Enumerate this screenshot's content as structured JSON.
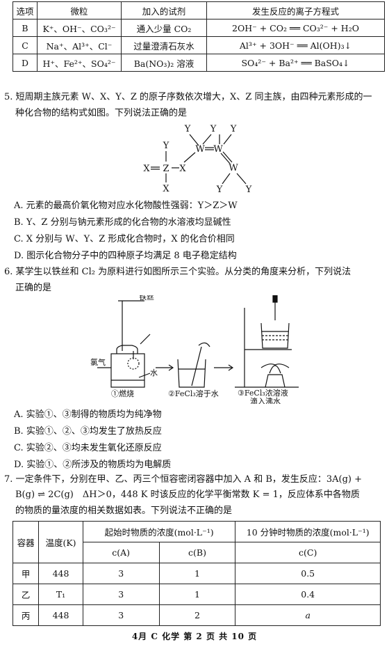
{
  "table1": {
    "headers": [
      "选项",
      "微粒",
      "加入的试剂",
      "发生反应的离子方程式"
    ],
    "rows": [
      [
        "B",
        "K⁺、OH⁻、CO₃²⁻",
        "通入少量 CO₂",
        "2OH⁻ + CO₂ ══ CO₃²⁻ + H₂O"
      ],
      [
        "C",
        "Na⁺、Al³⁺、Cl⁻",
        "过量澄清石灰水",
        "Al³⁺ + 3OH⁻ ══ Al(OH)₃↓"
      ],
      [
        "D",
        "H⁺、Fe²⁺、SO₄²⁻",
        "Ba(NO₃)₂ 溶液",
        "SO₄²⁻ + Ba²⁺ ══ BaSO₄↓"
      ]
    ]
  },
  "q5": {
    "line1": "5. 短周期主族元素 W、X、Y、Z 的原子序数依次增大，X、Z 同主族，由四种元素形成的一",
    "line2": "种化合物的结构式如图。下列说法正确的是",
    "atoms": {
      "y": "Y",
      "w": "W",
      "x": "X",
      "z": "Z"
    },
    "options": [
      "A. 元素的最高价氧化物对应水化物酸性强弱：Y＞Z＞W",
      "B. Y、Z 分别与钠元素形成的化合物的水溶液均显碱性",
      "C. X 分别与 W、Y、Z 形成化合物时，X 的化合价相同",
      "D. 图示化合物分子中的四种原子均满足 8 电子稳定结构"
    ]
  },
  "q6": {
    "line1": "6. 某学生以铁丝和 Cl₂ 为原料进行如图所示三个实验。从分类的角度来分析，下列说法",
    "line2": "正确的是",
    "figure": {
      "iron_wire": "铁丝",
      "chlorine": "氯气",
      "water": "水",
      "cap1": "①燃烧",
      "cap2": "②FeCl₃溶于水",
      "cap3a": "③FeCl₃浓溶液",
      "cap3b": "滴入沸水"
    },
    "options": [
      "A. 实验①、③制得的物质均为纯净物",
      "B. 实验①、②、③均发生了放热反应",
      "C. 实验②、③均未发生氧化还原反应",
      "D. 实验①、②所涉及的物质均为电解质"
    ]
  },
  "q7": {
    "line1": "7. 一定条件下，分别在甲、乙、丙三个恒容密闭容器中加入 A 和 B，发生反应：3A(g) +",
    "line2": "B(g) ⇌ 2C(g)　ΔH＞0，448 K 时该反应的化学平衡常数 K = 1，反应体系中各物质",
    "line3": "的物质的量浓度的相关数据如表。下列说法不正确的是"
  },
  "table2": {
    "h_container": "容器",
    "h_temp": "温度(K)",
    "h_initial": "起始时物质的浓度(mol·L⁻¹)",
    "h_after": "10 分钟时物质的浓度(mol·L⁻¹)",
    "sub_a": "c(A)",
    "sub_b": "c(B)",
    "sub_c": "c(C)",
    "rows": [
      [
        "甲",
        "448",
        "3",
        "1",
        "0.5"
      ],
      [
        "乙",
        "T₁",
        "3",
        "1",
        "0.4"
      ],
      [
        "丙",
        "448",
        "3",
        "2",
        "a"
      ]
    ]
  },
  "footer": "4月 C 化学 第 2 页 共 10 页"
}
